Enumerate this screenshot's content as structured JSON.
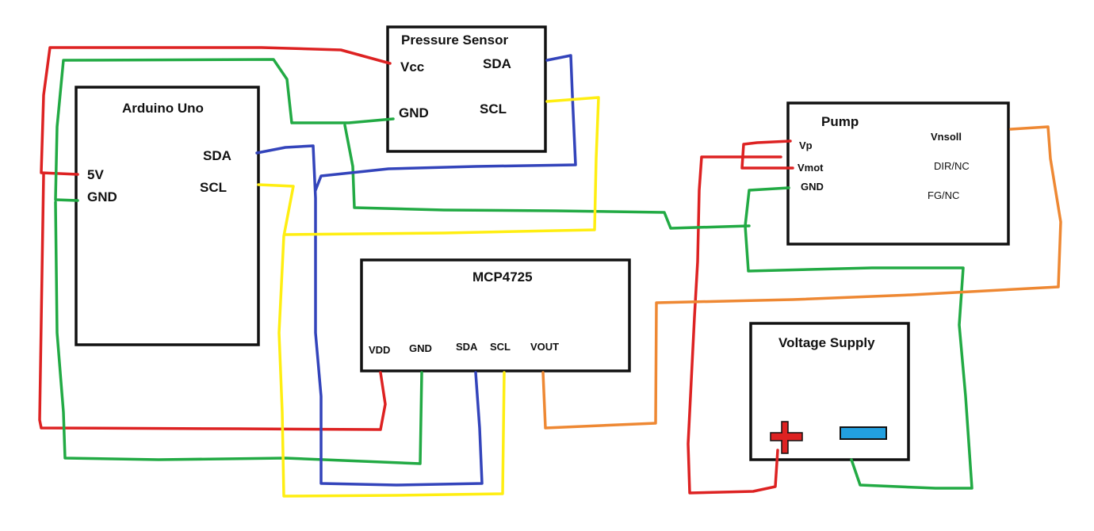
{
  "colors": {
    "red": "#dd2222",
    "green": "#22aa44",
    "blue": "#3344bb",
    "yellow": "#ffee11",
    "orange": "#ee8833",
    "symbol_red": "#dd2222",
    "symbol_blue": "#22a0e0"
  },
  "components": {
    "arduino": {
      "title": "Arduino Uno",
      "pins": {
        "v5": "5V",
        "gnd": "GND",
        "sda": "SDA",
        "scl": "SCL"
      }
    },
    "pressure": {
      "title": "Pressure Sensor",
      "pins": {
        "vcc": "Vcc",
        "gnd": "GND",
        "sda": "SDA",
        "scl": "SCL"
      }
    },
    "mcp": {
      "title": "MCP4725",
      "pins": {
        "vdd": "VDD",
        "gnd": "GND",
        "sda": "SDA",
        "scl": "SCL",
        "vout": "VOUT"
      }
    },
    "pump": {
      "title": "Pump",
      "pins": {
        "vp": "Vp",
        "vmot": "Vmot",
        "gnd": "GND",
        "vnsoll": "Vnsoll",
        "dir": "DIR/NC",
        "fg": "FG/NC"
      }
    },
    "supply": {
      "title": "Voltage Supply",
      "positive_symbol": "plus-symbol",
      "negative_symbol": "minus-symbol"
    }
  }
}
